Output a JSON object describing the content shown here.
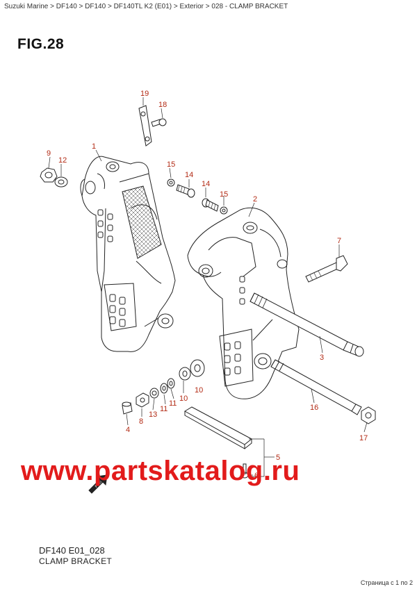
{
  "breadcrumb": "Suzuki Marine > DF140 > DF140 > DF140TL K2 (E01) > Exterior > 028 - CLAMP BRACKET",
  "figure_label": "FIG.28",
  "callouts": {
    "p1": "1",
    "p2": "2",
    "p3": "3",
    "p4": "4",
    "p5": "5",
    "p6": "6",
    "p7": "7",
    "p8": "8",
    "p9": "9",
    "p10": "10",
    "p11": "11",
    "p11b": "11",
    "p12": "12",
    "p13": "13",
    "p14": "14",
    "p14b": "14",
    "p15": "15",
    "p15b": "15",
    "p16": "16",
    "p17": "17",
    "p18": "18",
    "p19": "19"
  },
  "fwd_label": "FWD",
  "watermark": "www.partskatalog.ru",
  "diagram_code": "DF140 E01_028",
  "diagram_name": "CLAMP BRACKET",
  "page_indicator": "Страница с 1 по 2",
  "colors": {
    "callout": "#b22a14",
    "watermark": "#e21b1b",
    "line": "#222222"
  }
}
